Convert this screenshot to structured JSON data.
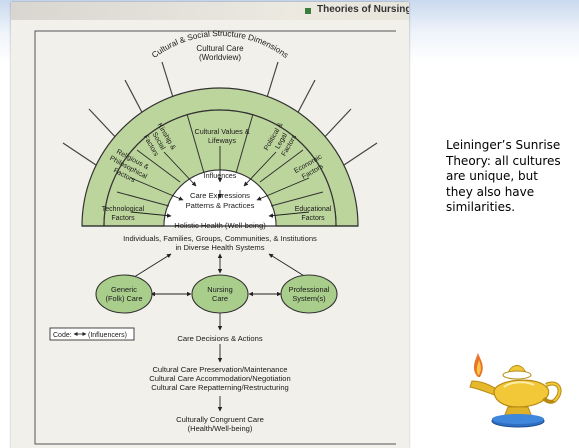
{
  "header": {
    "title": "Theories of Nursing"
  },
  "diagram": {
    "top": [
      "Cultural Care",
      "(Worldview)"
    ],
    "arc_title": "Cultural & Social Structure Dimensions",
    "factors": {
      "values": [
        "Cultural Values &",
        "Lifeways"
      ],
      "kinship": [
        "Kinship &",
        "Social",
        "Factors"
      ],
      "political": [
        "Political &",
        "Legal",
        "Factors"
      ],
      "religious": [
        "Religious &",
        "Philosophical",
        "Factors"
      ],
      "economic": [
        "Economic",
        "Factors"
      ],
      "technological": [
        "Technological",
        "Factors"
      ],
      "educational": [
        "Educational",
        "Factors"
      ]
    },
    "influences": "Influences",
    "expressions": [
      "Care Expressions",
      "Patterns & Practices"
    ],
    "holistic": "Holistic Health (Well-being)",
    "individuals": [
      "Individuals, Families, Groups, Communities, & Institutions",
      "in Diverse Health Systems"
    ],
    "generic": [
      "Generic",
      "(Folk) Care"
    ],
    "nursing": [
      "Nursing",
      "Care"
    ],
    "professional": [
      "Professional",
      "System(s)"
    ],
    "code": "Code:",
    "code_label": "(Influencers)",
    "decisions": "Care Decisions & Actions",
    "modes": [
      "Cultural Care Preservation/Maintenance",
      "Cultural Care Accommodation/Negotiation",
      "Cultural Care Repatterning/Restructuring"
    ],
    "outcome": [
      "Culturally Congruent Care",
      "(Health/Well-being)"
    ]
  },
  "caption": "Leininger’s Sunrise Theory: all cultures are unique, but they also have similarities.",
  "colors": {
    "arc_green": "#bcd59c",
    "oval_green": "#a9cd8b",
    "header_marker": "#3a7d3c"
  }
}
